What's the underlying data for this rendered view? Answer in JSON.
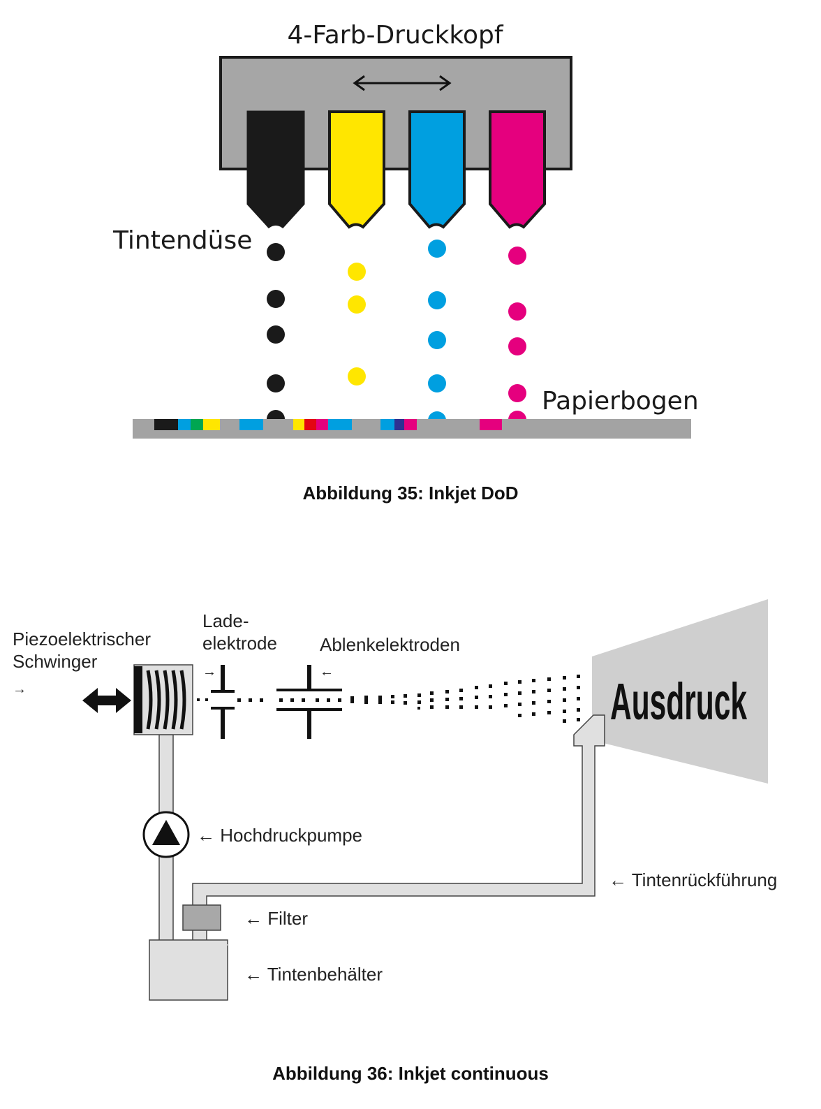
{
  "figure1": {
    "title": "4-Farb-Druckkopf",
    "nozzle_label": "Tintendüse",
    "paper_label": "Papierbogen",
    "caption": "Abbildung 35: Inkjet DoD",
    "colors": {
      "head": "#a6a6a6",
      "black": "#1a1a1a",
      "yellow": "#ffe600",
      "cyan": "#009fe0",
      "magenta": "#e5007e",
      "paper": "#a3a3a3"
    }
  },
  "figure2": {
    "labels": {
      "piezo_line1": "Piezoelektrischer",
      "piezo_line2": "Schwinger",
      "piezo_arrow": "→",
      "charge_line1": "Lade-",
      "charge_line2": "elektrode",
      "charge_arrow": "→",
      "deflect": "Ablenkelektroden",
      "deflect_arrow": "←",
      "output": "Ausdruck",
      "pump": "← Hochdruckpumpe",
      "return": "← Tintenrückführung",
      "filter": "← Filter",
      "tank": "← Tintenbehälter"
    },
    "caption": "Abbildung 36: Inkjet continuous",
    "colors": {
      "pipe": "#e0e0e0",
      "output_panel": "#cfcfcf",
      "filter": "#a8a8a8"
    }
  }
}
